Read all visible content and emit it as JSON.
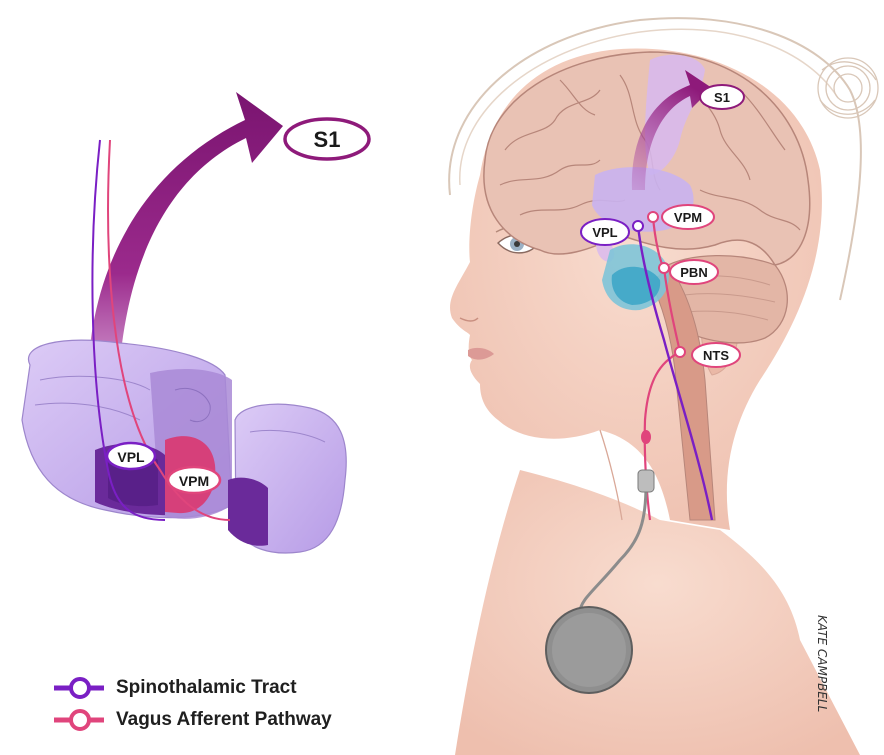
{
  "labels": {
    "s1_large": "S1",
    "vpl_left": "VPL",
    "vpm_left": "VPM",
    "s1_small": "S1",
    "vpm_right": "VPM",
    "vpl_right": "VPL",
    "pbn": "PBN",
    "nts": "NTS"
  },
  "legend": [
    {
      "label": "Spinothalamic Tract",
      "color": "#7a1fc4"
    },
    {
      "label": "Vagus Afferent Pathway",
      "color": "#e0457c"
    }
  ],
  "signature": "KATE CAMPBELL",
  "colors": {
    "spinothalamic": "#7a1fc4",
    "vagus": "#e0457c",
    "arrow": "#8e1a7a",
    "thalamus": "#c9b3ef",
    "skin": "#f3cfc0",
    "brain": "#e9c2b4"
  }
}
